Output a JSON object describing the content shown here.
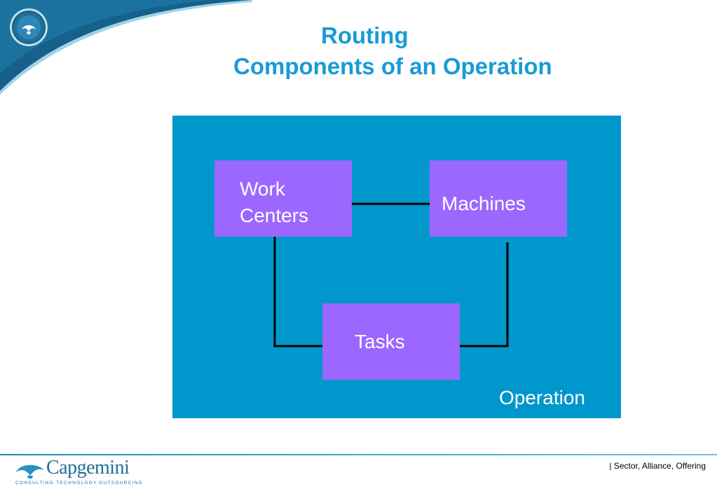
{
  "header": {
    "title_line1": "Routing",
    "title_line2": "Components of an Operation"
  },
  "diagram": {
    "container_label": "Operation",
    "nodes": [
      {
        "id": "work-centers",
        "lines": [
          "Work",
          "Centers"
        ]
      },
      {
        "id": "machines",
        "label": "Machines"
      },
      {
        "id": "tasks",
        "label": "Tasks"
      }
    ],
    "edges": [
      {
        "from": "work-centers",
        "to": "machines"
      },
      {
        "from": "work-centers",
        "to": "tasks"
      },
      {
        "from": "machines",
        "to": "tasks"
      }
    ]
  },
  "footer": {
    "right_text": "| Sector, Alliance, Offering",
    "brand_name": "Capgemini",
    "brand_tagline": "CONSULTING.TECHNOLOGY.OUTSOURCING"
  },
  "colors": {
    "title": "#1a9bd4",
    "panel": "#0097cd",
    "node_fill": "#9b67ff",
    "node_text": "#ffffff",
    "connector": "#000000"
  },
  "icons": {
    "top_left_badge": "collaborative-experience-badge-icon",
    "brand_mark": "capgemini-spade-icon"
  }
}
